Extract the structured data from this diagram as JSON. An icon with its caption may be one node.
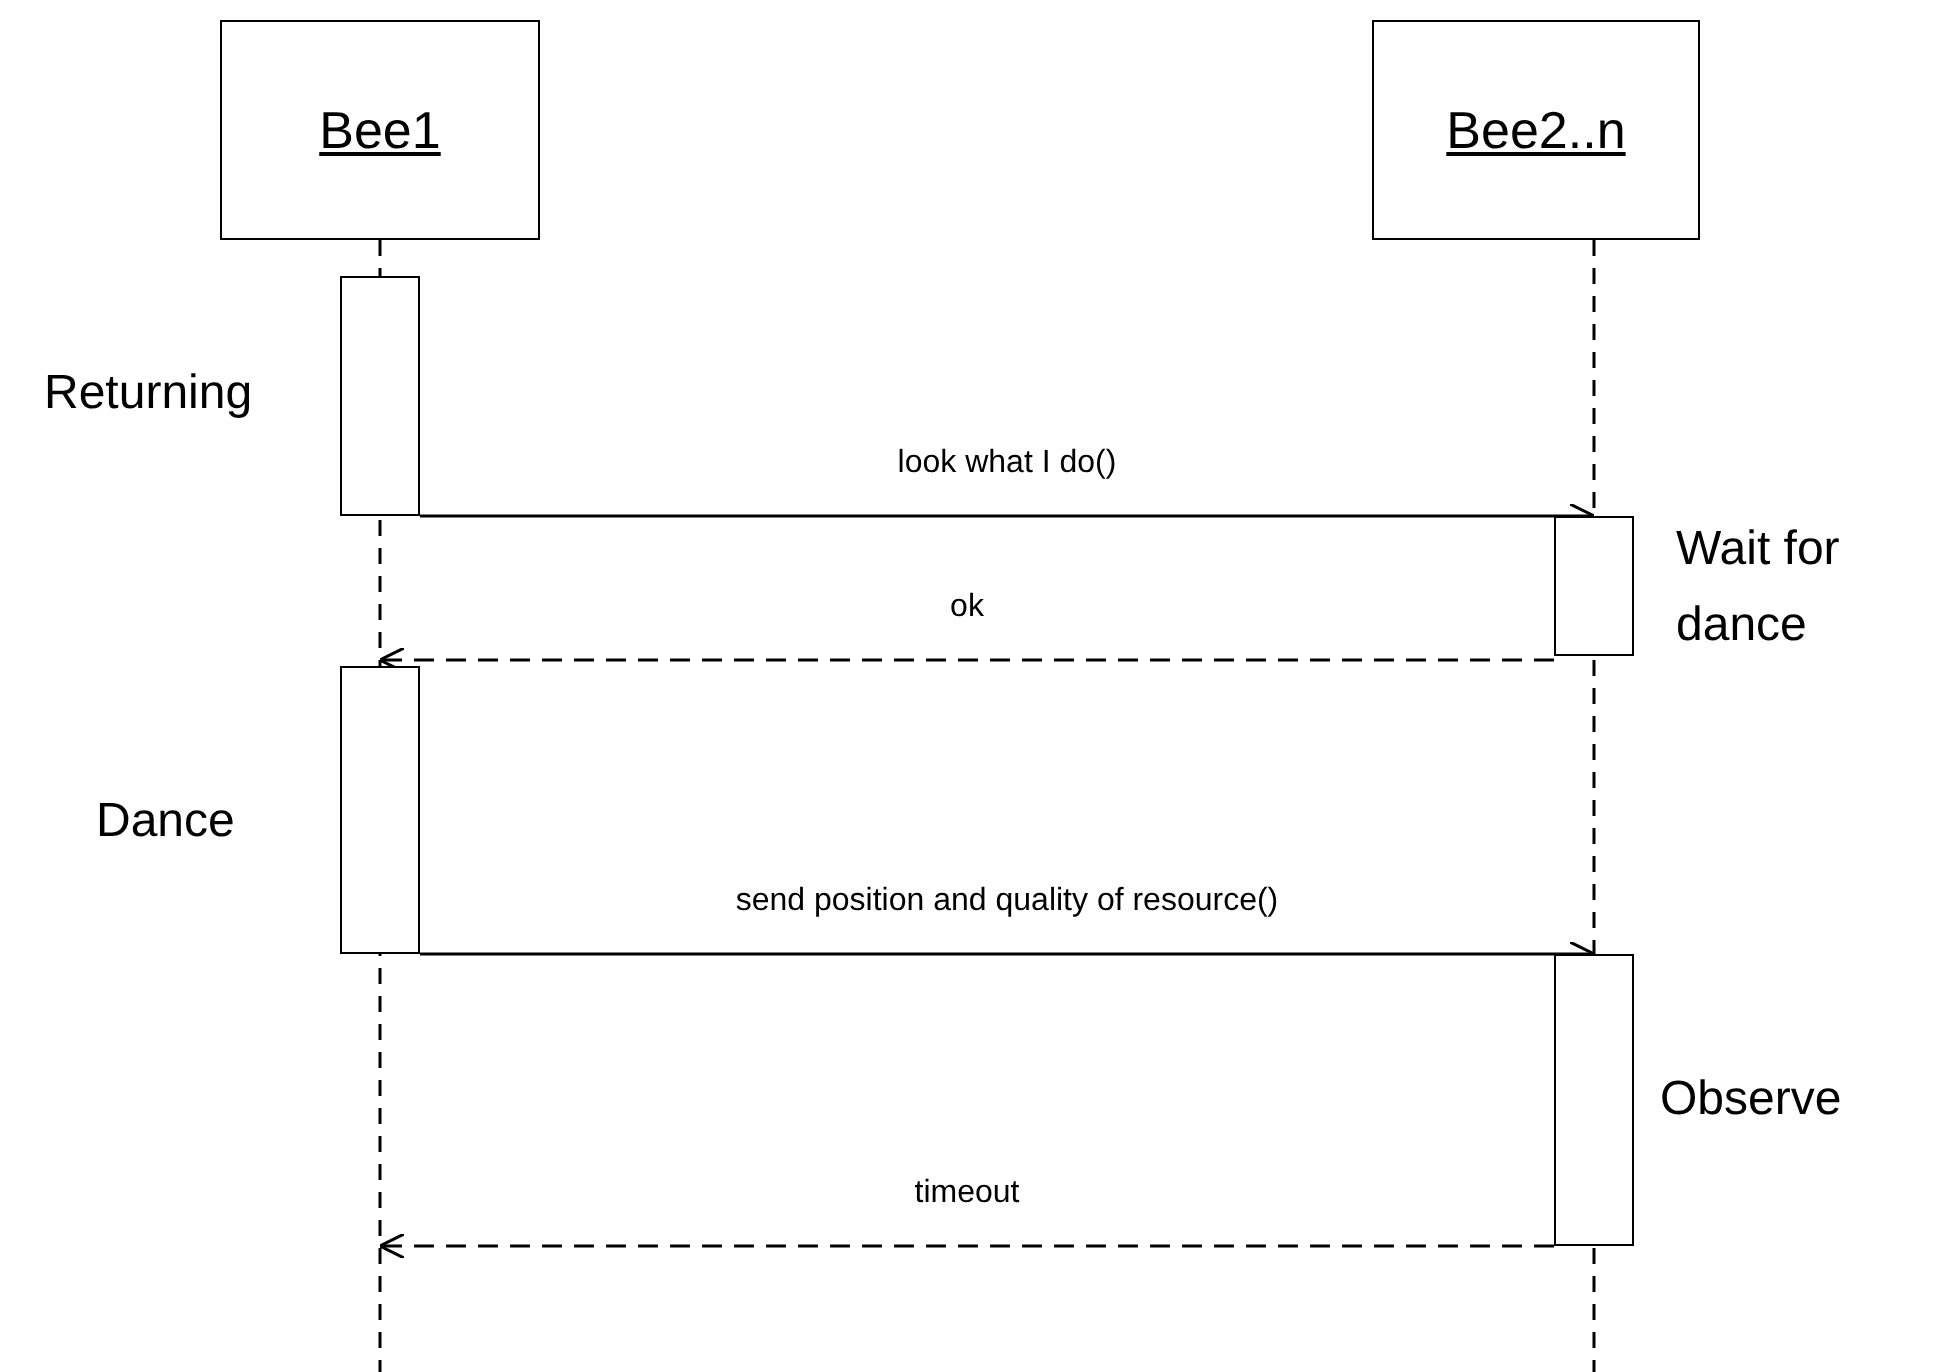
{
  "diagram": {
    "nodes": [
      {
        "text": [
          "Bee1"
        ]
      },
      {
        "text": [
          "Bee2..n"
        ]
      },
      {
        "text": [],
        "shape": "bar",
        "beside": [
          "Returning"
        ]
      },
      {
        "text": [],
        "shape": "bar",
        "beside": [
          "Wait for dance"
        ]
      },
      {
        "text": [],
        "shape": "bar",
        "beside": [
          "Dance"
        ]
      },
      {
        "text": [],
        "shape": "bar",
        "beside": [
          "Observe"
        ]
      }
    ],
    "edges": [
      {
        "from": 2,
        "to": 3,
        "arrow": "to",
        "label": "look what I do()"
      },
      {
        "from": 3,
        "to": 4,
        "arrow": "to",
        "label": "ok",
        "style": "dashed"
      },
      {
        "from": 4,
        "to": 5,
        "arrow": "to",
        "label": "send position and quality of resource()"
      },
      {
        "from": 5,
        "to": null,
        "arrow": "to",
        "label": "timeout",
        "style": "dashed"
      }
    ]
  }
}
